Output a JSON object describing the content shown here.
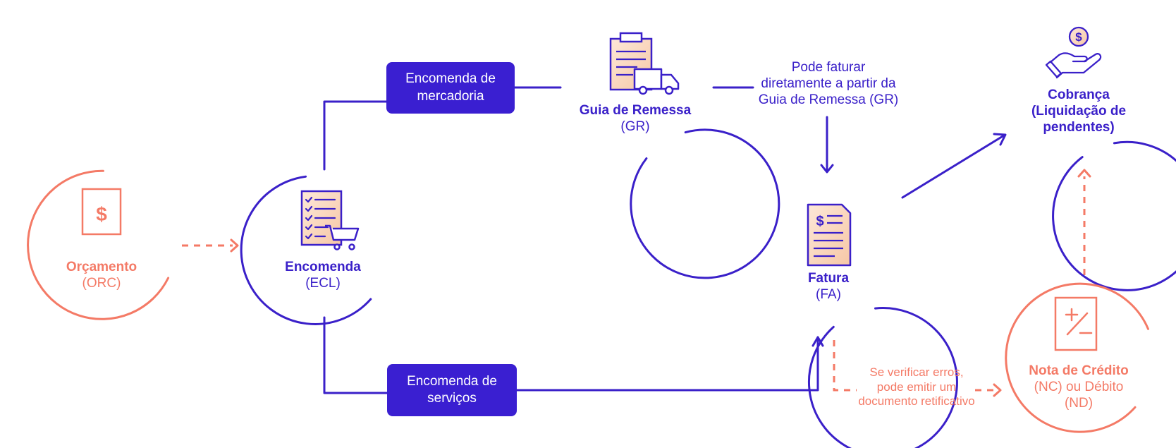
{
  "colors": {
    "purple": "#3a20c9",
    "pill": "#3a1fd1",
    "coral": "#f47a66",
    "icon_fill": "#f9d3b8"
  },
  "nodes": {
    "orcamento": {
      "title": "Orçamento",
      "code": "(ORC)",
      "icon": "dollar-document-icon"
    },
    "encomenda": {
      "title": "Encomenda",
      "code": "(ECL)",
      "icon": "order-checklist-cart-icon"
    },
    "guia": {
      "title": "Guia de Remessa",
      "code": "(GR)",
      "icon": "clipboard-truck-icon"
    },
    "fatura": {
      "title": "Fatura",
      "code": "(FA)",
      "icon": "invoice-icon"
    },
    "cobranca": {
      "line1": "Cobrança",
      "line2": "(Liquidação de",
      "line3": "pendentes)",
      "icon": "hand-coin-icon"
    },
    "nota": {
      "line1": "Nota de Crédito",
      "line2": "(NC) ou Débito",
      "line3": "(ND)",
      "icon": "plus-minus-document-icon"
    }
  },
  "pills": {
    "mercadoria": {
      "line1": "Encomenda de",
      "line2": "mercadoria"
    },
    "servicos": {
      "line1": "Encomenda de",
      "line2": "serviços"
    }
  },
  "notes": {
    "faturar": {
      "line1": "Pode faturar",
      "line2": "diretamente a partir da",
      "line3": "Guia de Remessa (GR)"
    },
    "erros": {
      "line1": "Se verificar erros,",
      "line2": "pode emitir um",
      "line3": "documento retificativo"
    }
  }
}
